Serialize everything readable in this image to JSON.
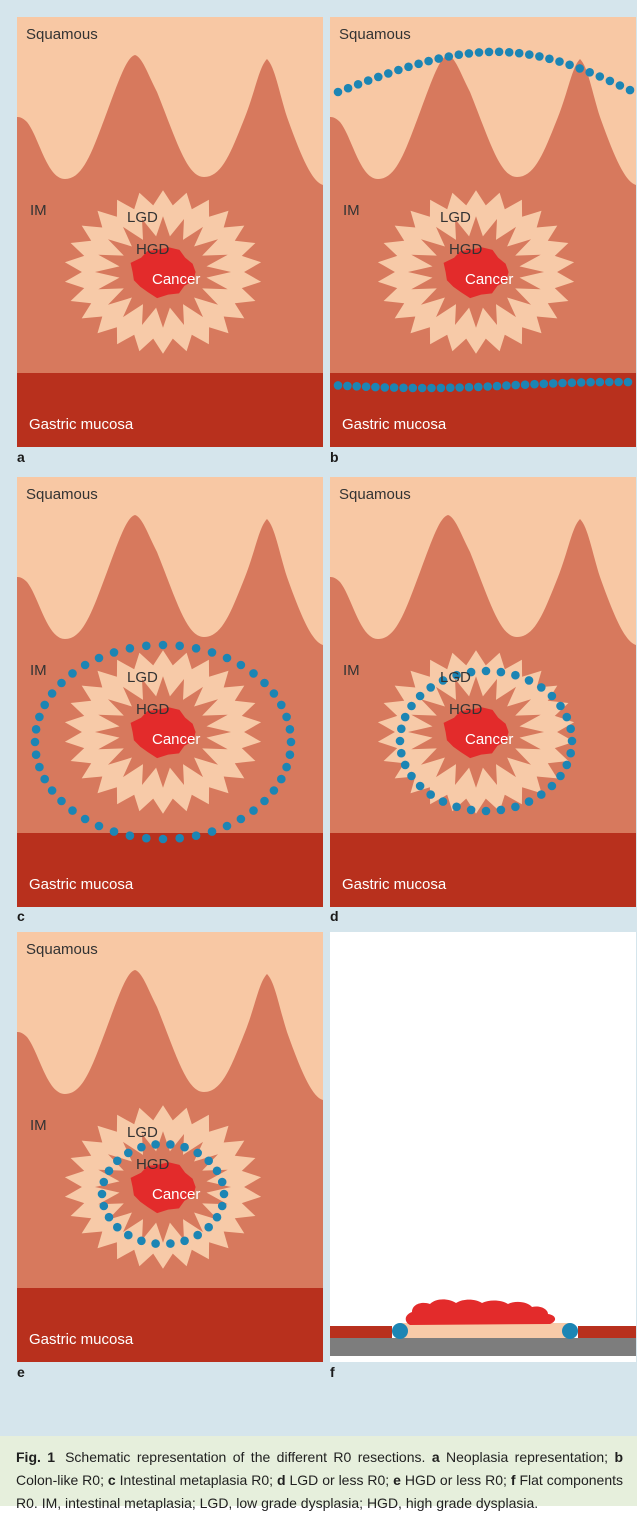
{
  "colors": {
    "background": "#d5e5ec",
    "squamous": "#f8c8a4",
    "intestinal_metaplasia": "#d7795d",
    "gastric_mucosa": "#b8301d",
    "dysplasia": "#f7caa8",
    "cancer": "#e32b2b",
    "resection_margin_dots": "#1c85b4",
    "muscle_layer": "#7d7d7d",
    "caption_background": "#e6efdc"
  },
  "tissue_labels": {
    "squamous": "Squamous",
    "im": "IM",
    "lgd": "LGD",
    "hgd": "HGD",
    "cancer": "Cancer",
    "gastric": "Gastric mucosa"
  },
  "panels": [
    {
      "id": "a",
      "label": "a",
      "margin": "none"
    },
    {
      "id": "b",
      "label": "b",
      "margin": "colon-like"
    },
    {
      "id": "c",
      "label": "c",
      "margin": "intestinal-metaplasia"
    },
    {
      "id": "d",
      "label": "d",
      "margin": "lgd"
    },
    {
      "id": "e",
      "label": "e",
      "margin": "hgd"
    },
    {
      "id": "f",
      "label": "f",
      "margin": "flat"
    }
  ],
  "caption": {
    "fig_number": "Fig. 1",
    "intro": "Schematic representation of the different R0 resections.",
    "items": [
      {
        "key": "a",
        "text": "Neoplasia representation;"
      },
      {
        "key": "b",
        "text": "Colon-like R0;"
      },
      {
        "key": "c",
        "text": "Intestinal metaplasia R0;"
      },
      {
        "key": "d",
        "text": "LGD or less R0;"
      },
      {
        "key": "e",
        "text": "HGD or less R0;"
      },
      {
        "key": "f",
        "text": "Flat components R0."
      }
    ],
    "abbreviations": "IM, intestinal metaplasia; LGD, low grade dysplasia; HGD, high grade dysplasia."
  }
}
